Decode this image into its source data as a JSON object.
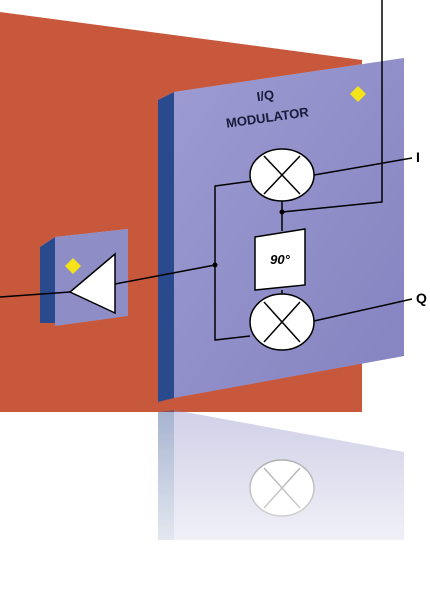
{
  "diagram": {
    "block_title_line1": "I/Q",
    "block_title_line2": "MODULATOR",
    "phase_shift_label": "90°",
    "output_i_label": "I",
    "output_q_label": "Q"
  },
  "colors": {
    "background_panel": "#c8583c",
    "block_front": "#8f8dc6",
    "block_side": "#2a4a8e",
    "block_top": "#c9c8e8",
    "marker": "#f3e318",
    "wire": "#000000",
    "mixer_fill": "#ffffff"
  },
  "icons": {
    "mixer": "mixer-circle-x-icon",
    "amplifier": "amplifier-triangle-icon",
    "marker": "yellow-diamond-icon"
  }
}
